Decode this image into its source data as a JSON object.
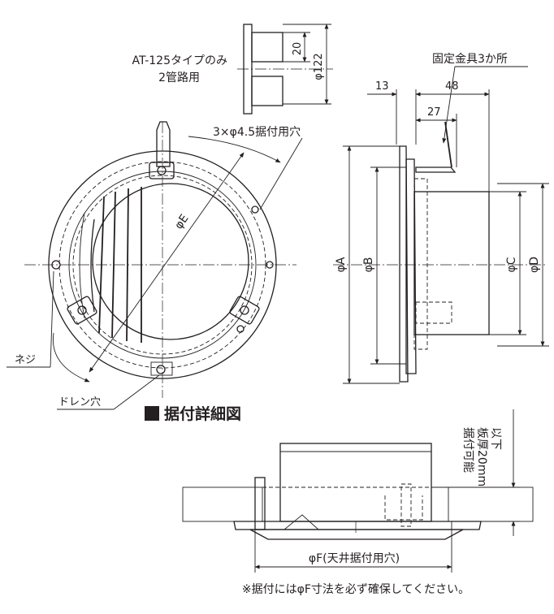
{
  "top_view": {
    "note_line1": "AT-125タイプのみ",
    "note_line2": "2管路用",
    "dim_20": "20",
    "dim_phi122": "φ122"
  },
  "front_view": {
    "holes_label": "3×φ4.5据付用穴",
    "dim_phiE": "φE",
    "screw_label": "ネジ",
    "drain_label": "ドレン穴"
  },
  "side_view": {
    "bracket_label": "固定金具3か所",
    "dim_13": "13",
    "dim_48": "48",
    "dim_27": "27",
    "dim_phiA": "φA",
    "dim_phiB": "φB",
    "dim_phiC": "φC",
    "dim_phiD": "φD"
  },
  "detail": {
    "title": "据付詳細図",
    "thickness_col1": "据付可能",
    "thickness_col2": "板厚20mm",
    "thickness_col3": "以下",
    "dim_phiF": "φF(天井据付用穴)",
    "note": "※据付にはφF寸法を必ず確保してください。"
  }
}
